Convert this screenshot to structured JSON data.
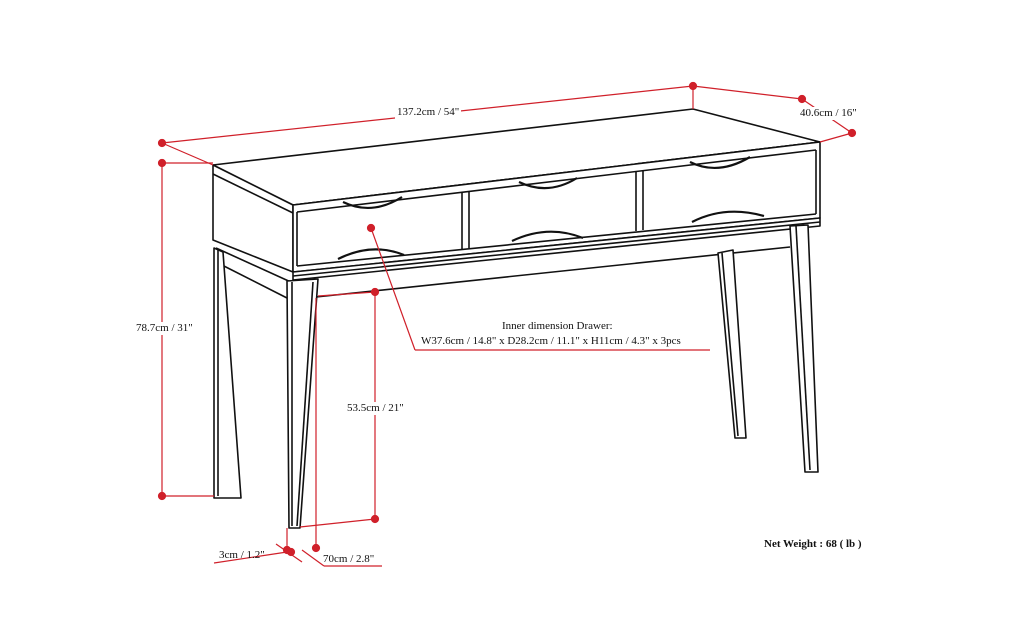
{
  "diagram": {
    "type": "furniture-dimension-drawing",
    "subject": "console table with 3 drawers",
    "colors": {
      "line": "#111111",
      "dimension": "#d0202a",
      "background": "#ffffff"
    },
    "dimensions": {
      "width": "137.2cm / 54\"",
      "depth": "40.6cm / 16\"",
      "height": "78.7cm / 31\"",
      "leg_clearance": "53.5cm / 21\"",
      "leg_top_width": "70cm / 2.8\"",
      "leg_bottom_width": "3cm / 1.2\""
    },
    "drawer_note": {
      "title": "Inner dimension Drawer:",
      "detail": "W37.6cm / 14.8\" x D28.2cm / 11.1\" x H11cm / 4.3\" x 3pcs"
    },
    "net_weight": "Net Weight : 68 ( lb )"
  }
}
